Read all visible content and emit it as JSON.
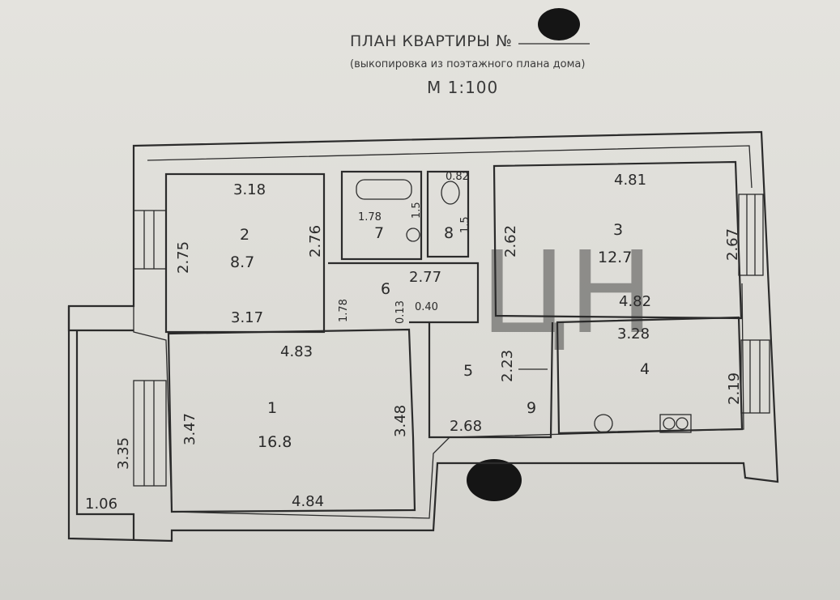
{
  "header": {
    "title": "ПЛАН КВАРТИРЫ №",
    "subtitle": "(выкопировка из поэтажного плана дома)",
    "scale": "М 1:100"
  },
  "watermark": "ЦН",
  "rooms": {
    "r1": {
      "num": "1",
      "area": "16.8",
      "dim_top": "4.83",
      "dim_bottom": "4.84",
      "dim_left": "3.47",
      "dim_right": "3.48"
    },
    "r2": {
      "num": "2",
      "area": "8.7",
      "dim_top": "3.18",
      "dim_bottom": "3.17",
      "dim_left": "2.75",
      "dim_right": "2.76"
    },
    "r3": {
      "num": "3",
      "area": "12.7",
      "dim_top": "4.81",
      "dim_bottom": "4.82",
      "dim_left": "2.62",
      "dim_right": "2.67"
    },
    "r4": {
      "num": "4",
      "dim_top": "3.28",
      "dim_right": "2.19"
    },
    "r5": {
      "num": "5",
      "dim_bottom": "2.68"
    },
    "r6": {
      "num": "6",
      "dim_top": "2.77",
      "dim_left": "1.78",
      "dim_a": "0.13",
      "dim_b": "0.40"
    },
    "r7": {
      "num": "7",
      "dim_w": "1.78",
      "dim_h": "1.5"
    },
    "r8": {
      "num": "8",
      "dim_h": "1.5",
      "dim_w": "0.82"
    },
    "r9": {
      "num": "9",
      "dim_h": "2.23"
    },
    "balcony": {
      "dim_h": "3.35",
      "dim_w": "1.06"
    }
  },
  "colors": {
    "paper": "#e2e1dc",
    "ink": "#2b2b2b",
    "watermark": "#ffffff"
  }
}
